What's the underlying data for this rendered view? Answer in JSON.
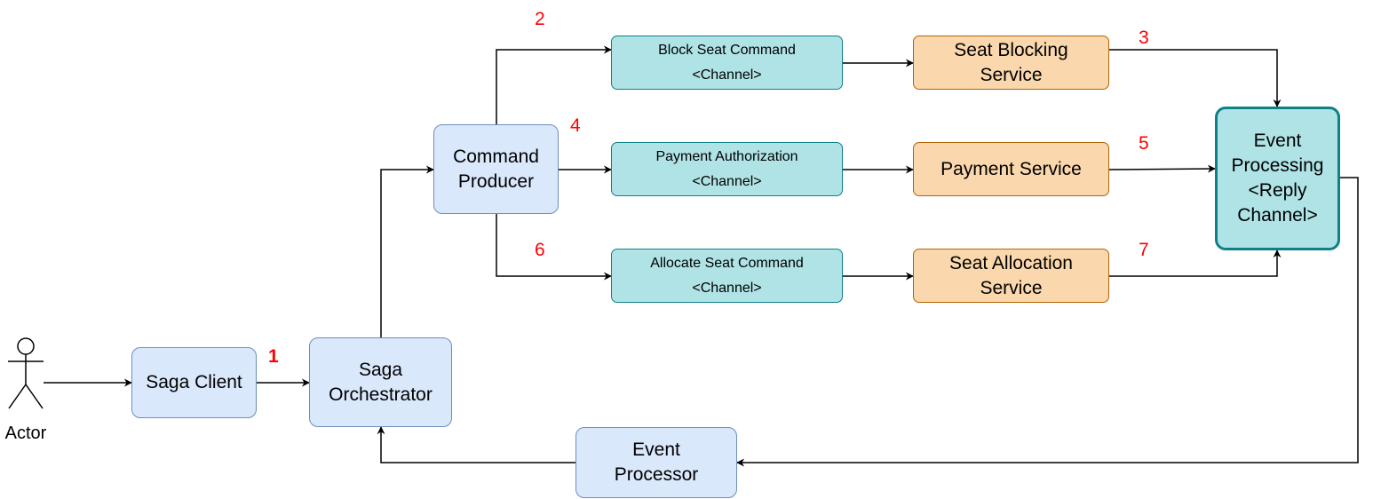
{
  "actor": {
    "label": "Actor"
  },
  "nodes": {
    "saga_client": "Saga Client",
    "saga_orchestrator": [
      "Saga",
      "Orchestrator"
    ],
    "command_producer": [
      "Command",
      "Producer"
    ],
    "block_seat_channel": [
      "Block Seat Command",
      "<Channel>"
    ],
    "payment_channel": [
      "Payment Authorization",
      "<Channel>"
    ],
    "allocate_seat_channel": [
      "Allocate Seat Command",
      "<Channel>"
    ],
    "seat_blocking_service": [
      "Seat Blocking",
      "Service"
    ],
    "payment_service": "Payment Service",
    "seat_allocation_service": [
      "Seat Allocation",
      "Service"
    ],
    "event_processing": [
      "Event",
      "Processing",
      "<Reply",
      "Channel>"
    ],
    "event_processor": [
      "Event",
      "Processor"
    ]
  },
  "steps": [
    "1",
    "2",
    "3",
    "4",
    "5",
    "6",
    "7"
  ],
  "colors": {
    "blue_fill": "#dae8fc",
    "blue_stroke": "#6c8ebf",
    "teal_fill": "#b0e3e6",
    "teal_stroke": "#0e8088",
    "orange_fill": "#fad7ac",
    "orange_stroke": "#b46504",
    "step_number": "#ff0000"
  }
}
